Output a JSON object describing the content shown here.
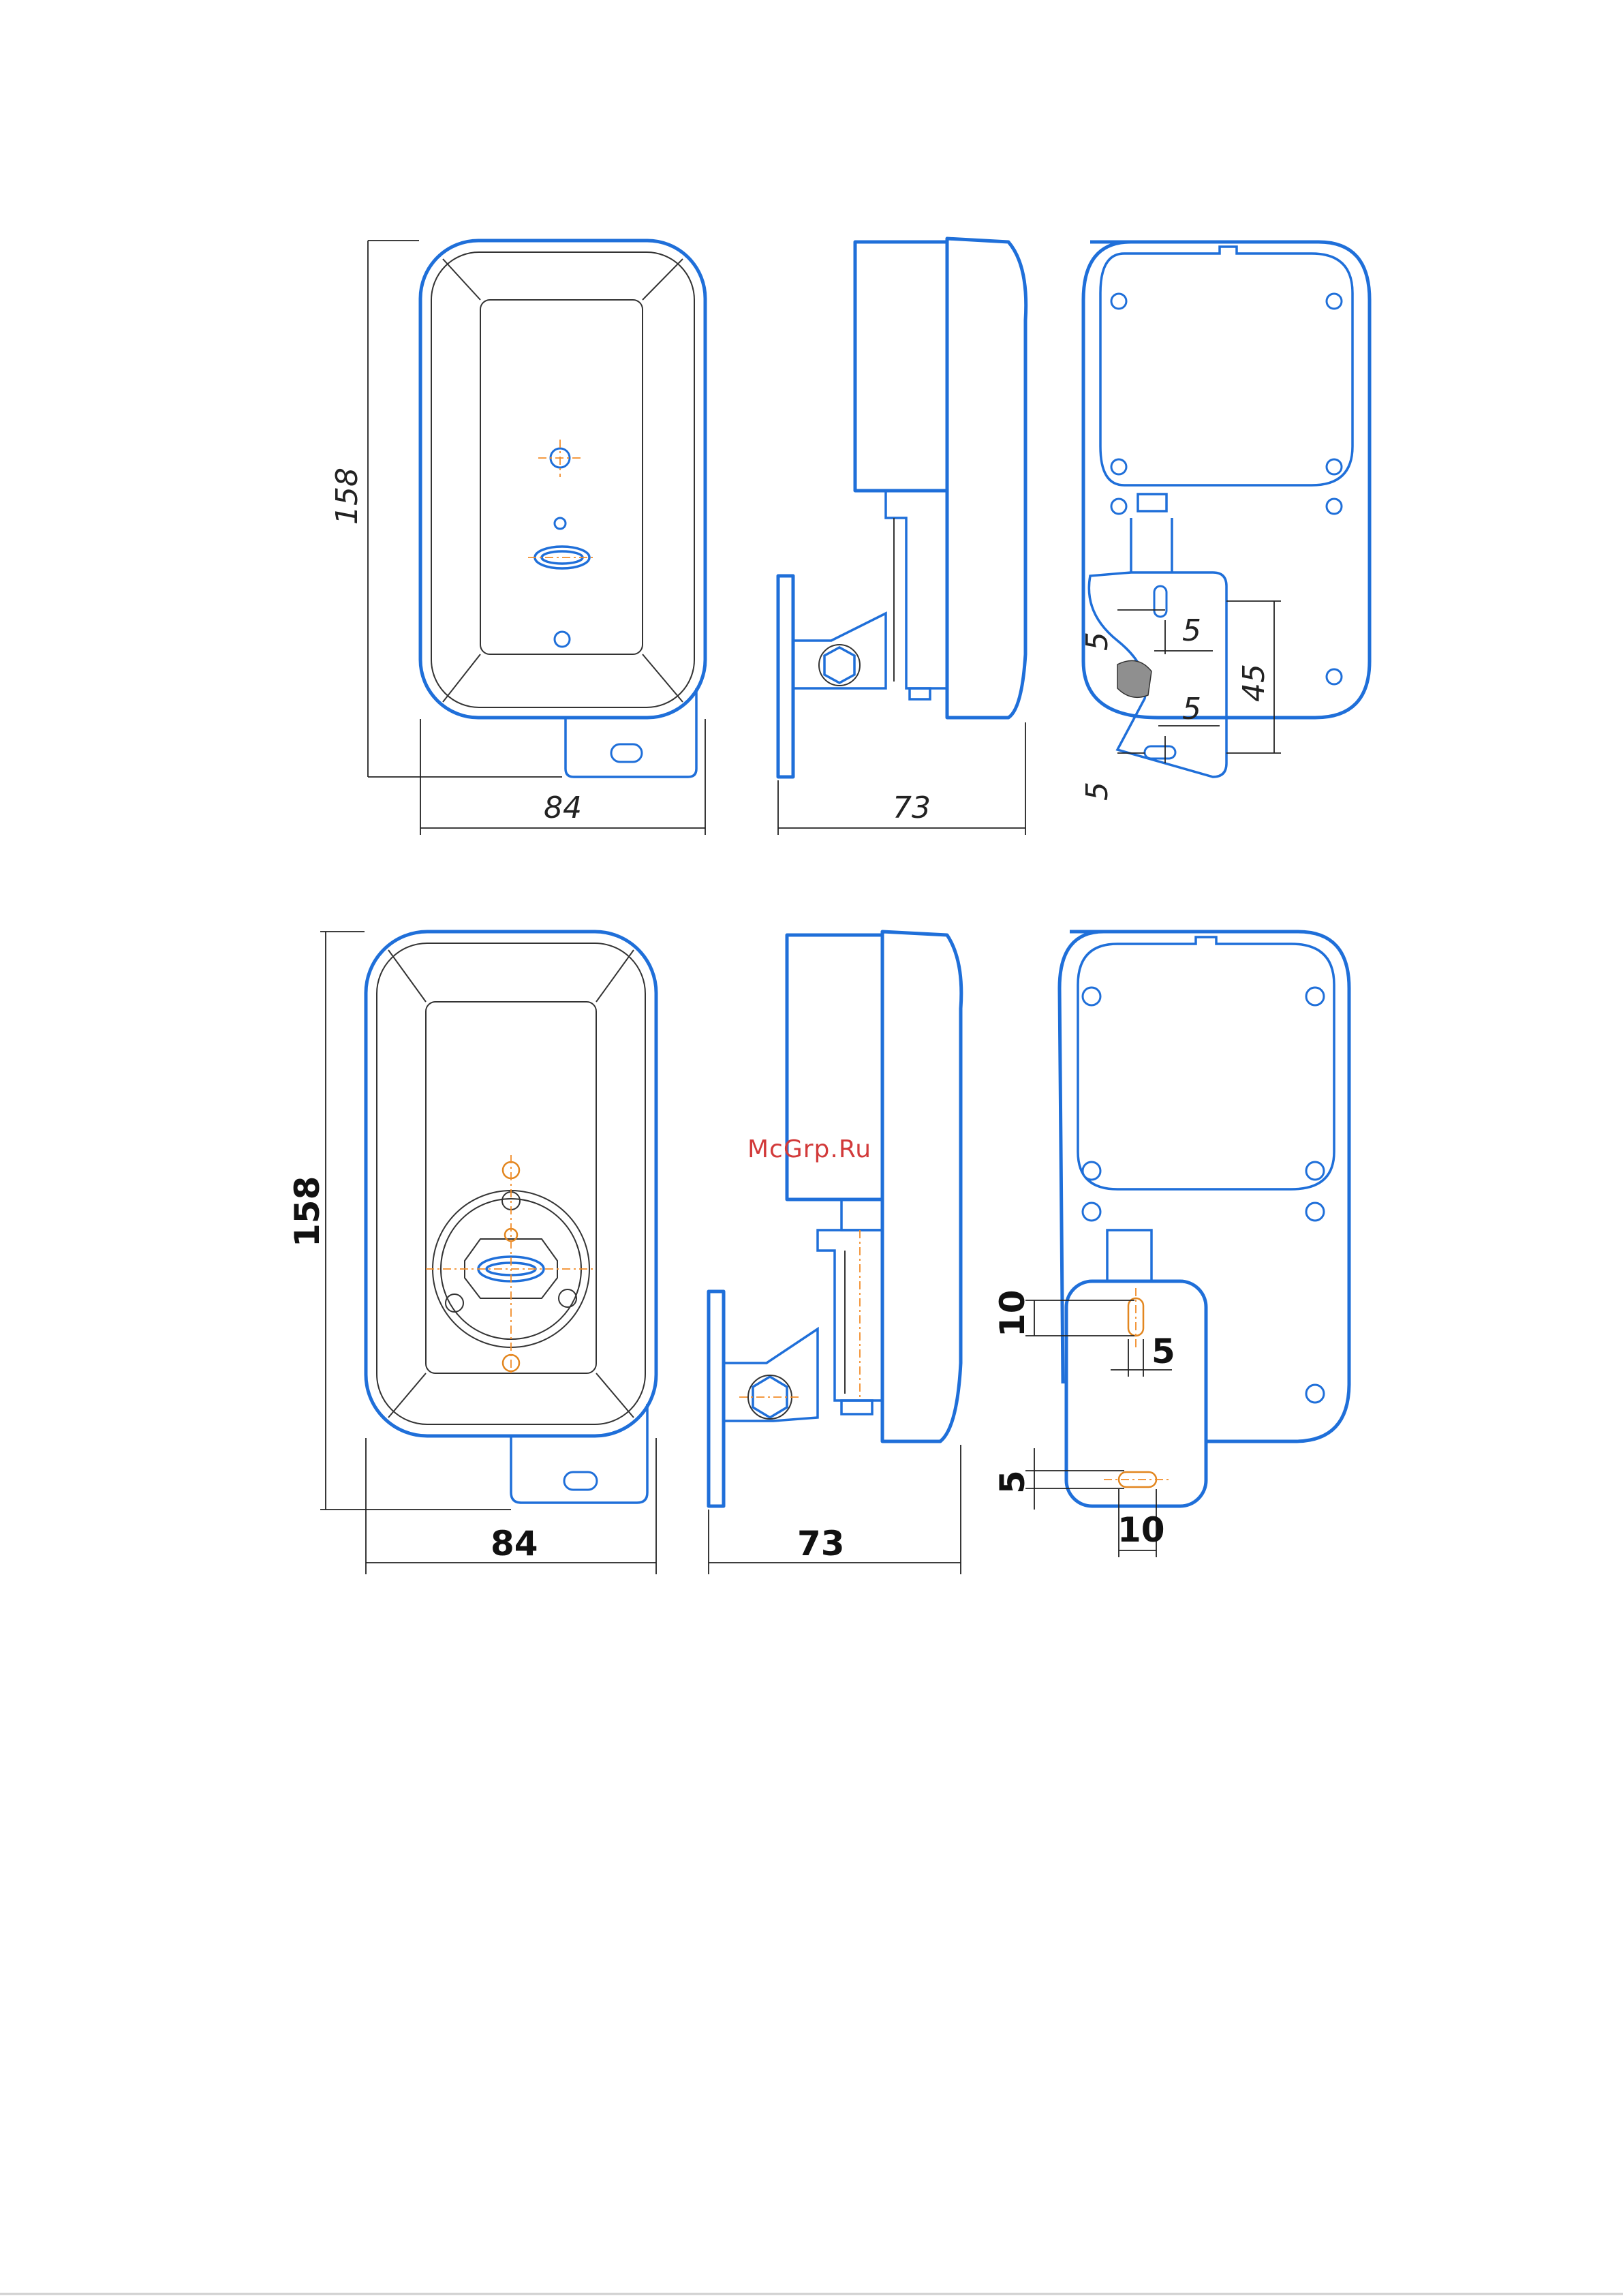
{
  "watermark": "McGrp.Ru",
  "colors": {
    "outline": "#1f6fd9",
    "centerline": "#f28c28",
    "dimension": "#222222",
    "watermark": "#d23a3a"
  },
  "drawing_top": {
    "front_height": "158",
    "front_width": "84",
    "side_depth": "73",
    "rear_dims": [
      "5",
      "5",
      "45",
      "5",
      "5"
    ]
  },
  "drawing_bottom": {
    "front_height": "158",
    "front_width": "84",
    "side_depth": "73",
    "rear_dims": [
      "10",
      "5",
      "5",
      "10"
    ]
  }
}
